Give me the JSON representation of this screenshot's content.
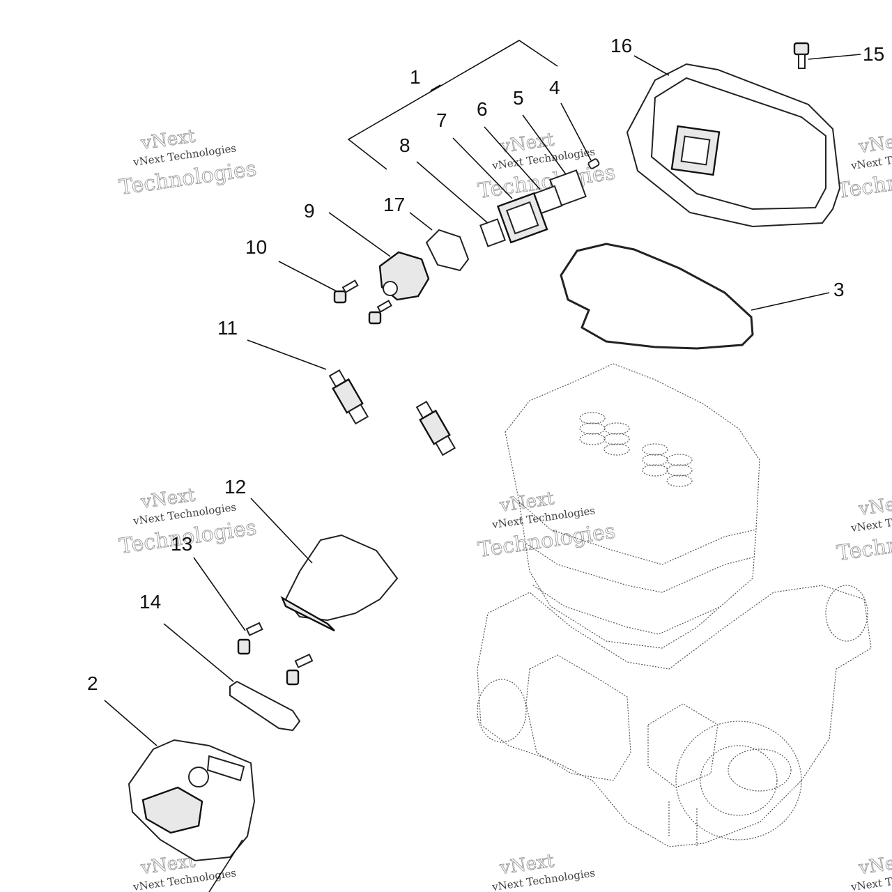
{
  "watermark": {
    "brand": "vNext",
    "line1": "vNext Technologies",
    "line2": "Technologies"
  },
  "callouts": [
    {
      "id": "1",
      "label": "1"
    },
    {
      "id": "2",
      "label": "2"
    },
    {
      "id": "3",
      "label": "3"
    },
    {
      "id": "4",
      "label": "4"
    },
    {
      "id": "5",
      "label": "5"
    },
    {
      "id": "6",
      "label": "6"
    },
    {
      "id": "7",
      "label": "7"
    },
    {
      "id": "8",
      "label": "8"
    },
    {
      "id": "9",
      "label": "9"
    },
    {
      "id": "10",
      "label": "10"
    },
    {
      "id": "11",
      "label": "11"
    },
    {
      "id": "12",
      "label": "12"
    },
    {
      "id": "13",
      "label": "13"
    },
    {
      "id": "14",
      "label": "14"
    },
    {
      "id": "15",
      "label": "15"
    },
    {
      "id": "16",
      "label": "16"
    },
    {
      "id": "17",
      "label": "17"
    }
  ]
}
